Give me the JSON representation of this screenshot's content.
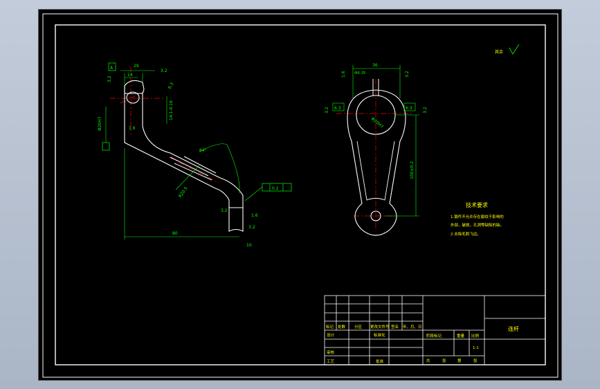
{
  "colors": {
    "workspace_bg": "#aab5c6",
    "viewport_bg": "#000000",
    "frame": "#ffffff",
    "geometry": "#ffffff",
    "dimension": "#00ff00",
    "centerline": "#ff0000",
    "text": "#ffff00",
    "title_block": "#ffffff"
  },
  "roughness_note": "其余",
  "technical_requirements": {
    "title": "技术要求",
    "items": [
      "1.锻件不允许存在裂纹于影响的",
      "外部，破损，孔洞等缺陷的缺。",
      "2.去除毛刺飞边。"
    ]
  },
  "left_view": {
    "dim_top": "29",
    "dim_14": "14",
    "dim_side": "Φ20H7",
    "dim_height": "14.1-0.16",
    "dim_angle": "64°",
    "dim_diag": "R20.5",
    "dim_length": "80",
    "tol_flat": "0.2",
    "rough_values": [
      "3.2",
      "6.3",
      "1.6",
      "3.2",
      "3.2",
      "3.2"
    ],
    "datum": "A",
    "small_dims": [
      "1.6",
      "10"
    ]
  },
  "right_view": {
    "dim_top": "36",
    "dim_r": "Φ20H7",
    "dim_height": "100±0.2",
    "dim_left": "6.3",
    "dim_right": "6.3",
    "rough_values": [
      "1.6",
      "3.2",
      "3.2",
      "3.2"
    ],
    "top_small": "Φ6.35"
  },
  "title_block": {
    "part_name": "连杆",
    "header_labels": [
      "标记",
      "处数",
      "分区",
      "更改文件号",
      "签名",
      "年、月、日"
    ],
    "designer": "设计",
    "standardization": "标准化",
    "reviewer": "审核",
    "process": "工艺",
    "approve": "批准",
    "stage_label": "阶段标记",
    "weight_label": "重量",
    "scale_label": "比例",
    "scale_value": "1:1",
    "sheet_total": "共",
    "sheet_unit": "张",
    "sheet_num": "第",
    "sheet_unit2": "张"
  }
}
